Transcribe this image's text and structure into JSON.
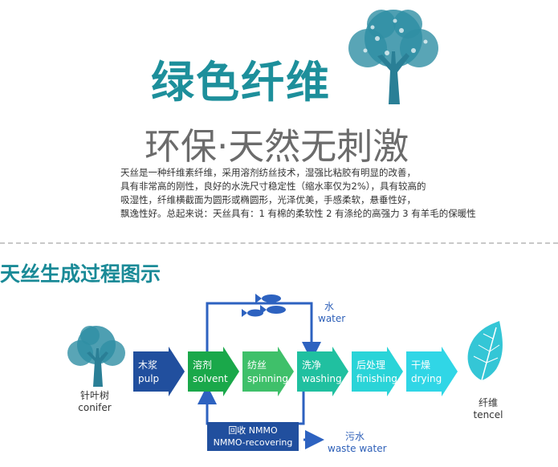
{
  "header": {
    "title": "绿色纤维",
    "slogan": "环保·天然无刺激"
  },
  "description": [
    "天丝是一种纤维素纤维，采用溶剂纺丝技术，湿强比粘胶有明显的改善，",
    "具有非常高的刚性，良好的水洗尺寸稳定性（缩水率仅为2%），具有较高的",
    "吸湿性，纤维横截面为圆形或椭圆形，光泽优美，手感柔软，悬垂性好，",
    "飘逸性好。总起来说：天丝具有：1 有棉的柔软性 2 有涤纶的高强力 3 有羊毛的保暖性"
  ],
  "process": {
    "title": "天丝生成过程图示",
    "source": {
      "zh": "针叶树",
      "en": "conifer"
    },
    "product": {
      "zh": "纤维",
      "en": "tencel"
    },
    "water": {
      "zh": "水",
      "en": "water"
    },
    "waste_water": {
      "zh": "污水",
      "en": "waste water"
    },
    "recovery": {
      "zh": "回收 NMMO",
      "en": "NMMO-recovering"
    },
    "steps": [
      {
        "zh": "木浆",
        "en": "pulp",
        "color": "#214f9e"
      },
      {
        "zh": "溶剂",
        "en": "solvent",
        "color": "#1aa84a"
      },
      {
        "zh": "纺丝",
        "en": "spinning",
        "color": "#3fc06a"
      },
      {
        "zh": "洗净",
        "en": "washing",
        "color": "#20c0a0"
      },
      {
        "zh": "后处理",
        "en": "finishing",
        "color": "#2ad4d8"
      },
      {
        "zh": "干燥",
        "en": "drying",
        "color": "#30d6e6"
      }
    ]
  },
  "colors": {
    "title": "#1d8f9b",
    "flow_line": "#2d62c0",
    "tree": "#2f8ea4",
    "leaf": "#34c6d6"
  }
}
